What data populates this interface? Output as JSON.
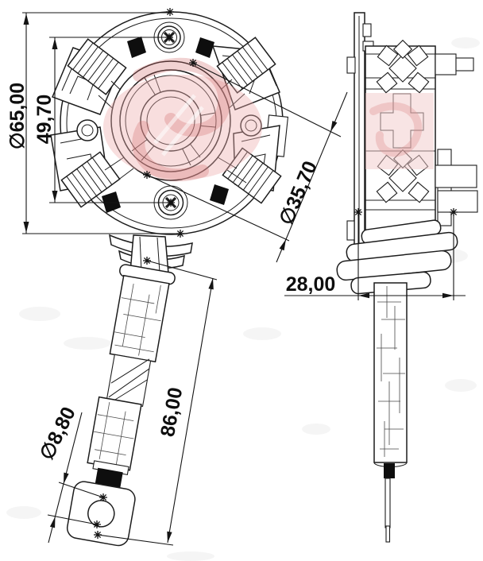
{
  "drawing": {
    "dimensions": {
      "outer_diameter": "∅65,00",
      "mount_hole_spacing": "49,70",
      "inner_diameter": "∅35,70",
      "body_width": "28,00",
      "terminal_hole_diameter": "∅8,80",
      "cable_length": "86,00"
    },
    "colors": {
      "ink": "#1c1c1c",
      "watermark_pink": "#eeadad",
      "watermark_red": "#cf6b6b",
      "background": "#ffffff"
    }
  }
}
